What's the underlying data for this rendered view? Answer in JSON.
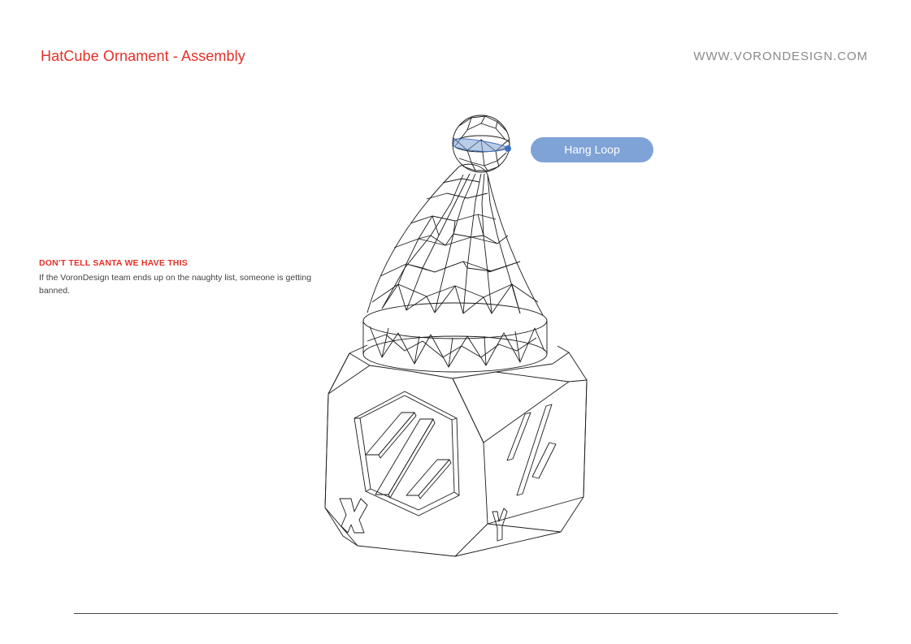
{
  "header": {
    "title": "HatCube Ornament - Assembly",
    "website": "WWW.VORONDESIGN.COM"
  },
  "note": {
    "heading": "DON'T TELL SANTA WE HAVE THIS",
    "body": "If the VoronDesign team ends up on the naughty list, someone is getting banned."
  },
  "illustration": {
    "subject": "hat-cube-ornament-wireframe",
    "labels": {
      "x_axis_letter": "X",
      "y_axis_letter": "Y"
    }
  },
  "callout": {
    "label": "Hang Loop",
    "color": "#7fa3d6"
  },
  "colors": {
    "accent": "#e53027",
    "url_gray": "#8a8a8a",
    "highlight_blue": "#7fa3d6"
  }
}
